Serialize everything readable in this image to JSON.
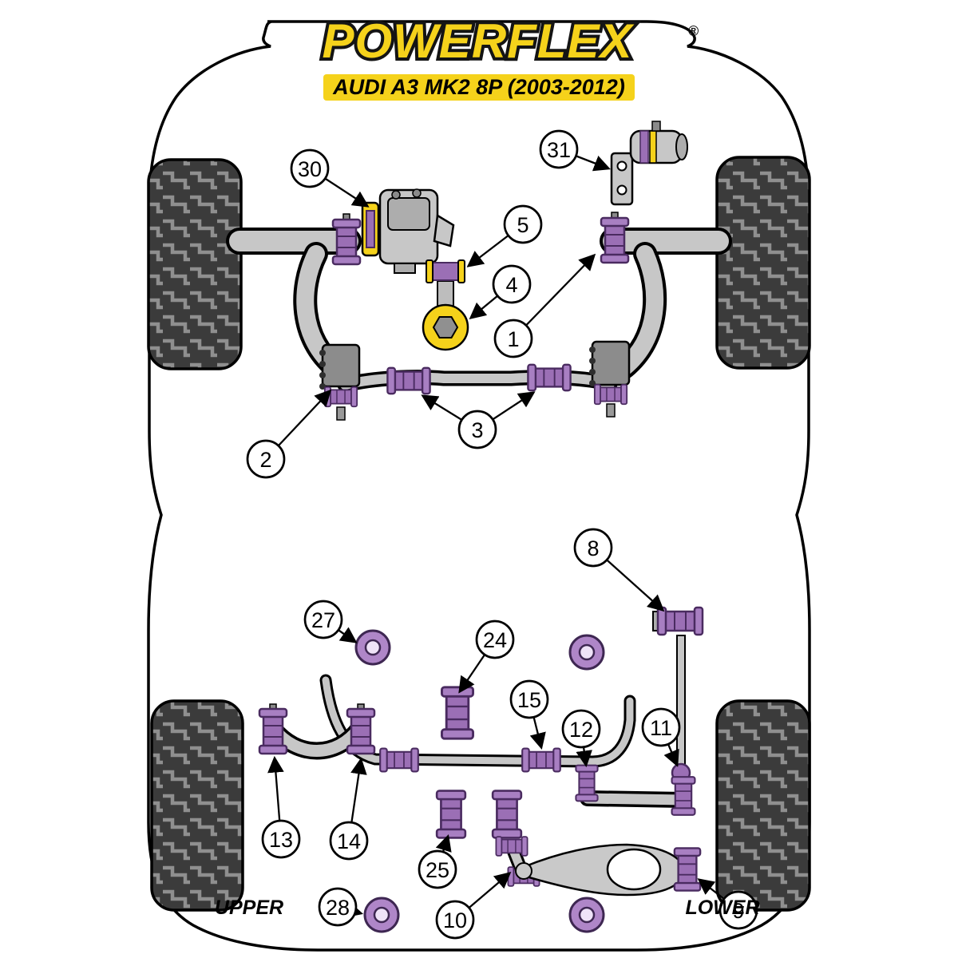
{
  "header": {
    "brand": "POWERFLEX",
    "registered_mark": "®",
    "model": "AUDI A3 MK2 8P (2003-2012)"
  },
  "labels": {
    "upper": "UPPER",
    "lower": "LOWER"
  },
  "callouts": {
    "c1": "1",
    "c2": "2",
    "c3": "3",
    "c4": "4",
    "c5": "5",
    "c8": "8",
    "c9": "9",
    "c10": "10",
    "c11": "11",
    "c12": "12",
    "c13": "13",
    "c14": "14",
    "c15": "15",
    "c24": "24",
    "c25": "25",
    "c27": "27",
    "c28": "28",
    "c30": "30",
    "c31": "31"
  },
  "icons": {
    "bush": "purple-bush-icon",
    "donut_bush": "round-bush-icon",
    "tire": "tire-tread-icon"
  },
  "colors": {
    "brand_yellow": "#F5D21B",
    "bush_purple": "#9B6FB5",
    "bush_purple_dark": "#4A2B60",
    "bush_purple_light": "#AF86C8",
    "metal_gray": "#C7C7C7",
    "tire_dark": "#3B3B3B",
    "tread_gray": "#8F8F8F",
    "outline_black": "#000000"
  }
}
